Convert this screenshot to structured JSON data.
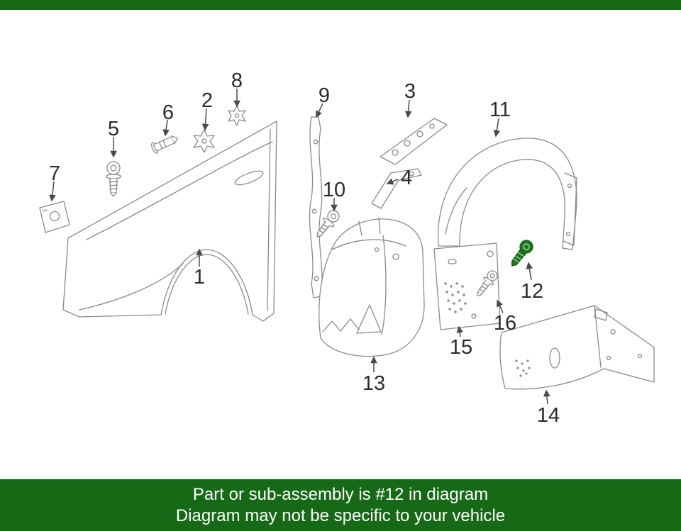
{
  "colors": {
    "frame_green": "#166a16",
    "highlight_green": "#1b7a1b",
    "highlight_green_dark": "#0f540f",
    "diagram_line": "#8a8a8a",
    "label_color": "#2b2b2b",
    "arrow_color": "#4a4a4a",
    "footer_text": "#ffffff"
  },
  "footer": {
    "line1": "Part or sub-assembly is #12 in diagram",
    "line2": "Diagram may not be specific to your vehicle"
  },
  "diagram": {
    "type": "exploded-parts-diagram",
    "subject": "front fender and wheelhouse liner assembly",
    "highlighted_part": "12",
    "labels": [
      {
        "num": "1"
      },
      {
        "num": "2"
      },
      {
        "num": "3"
      },
      {
        "num": "4"
      },
      {
        "num": "5"
      },
      {
        "num": "6"
      },
      {
        "num": "7"
      },
      {
        "num": "8"
      },
      {
        "num": "9"
      },
      {
        "num": "10"
      },
      {
        "num": "11"
      },
      {
        "num": "12"
      },
      {
        "num": "13"
      },
      {
        "num": "14"
      },
      {
        "num": "15"
      },
      {
        "num": "16"
      }
    ]
  }
}
